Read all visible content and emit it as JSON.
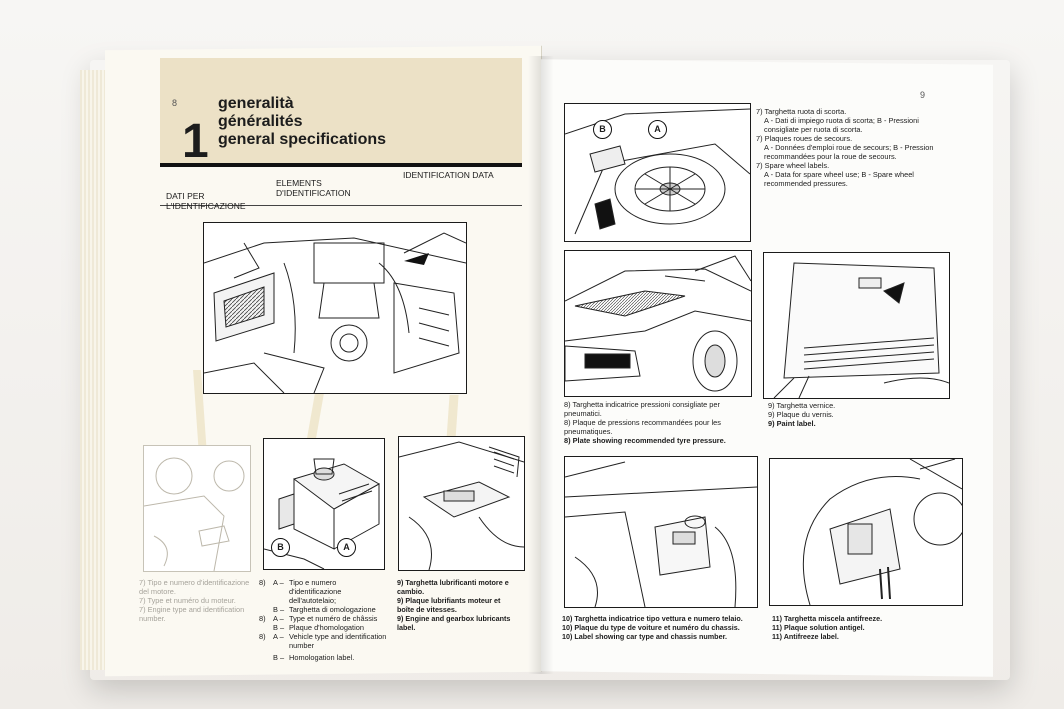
{
  "left_page": {
    "page_number": "8",
    "chapter_number": "1",
    "titles": [
      "generalità",
      "généralités",
      "general specifications"
    ],
    "columns": [
      "DATI PER L'IDENTIFICAZIONE",
      "ELEMENTS D'IDENTIFICATION",
      "IDENTIFICATION DATA"
    ],
    "captions": {
      "c7": [
        "7) Tipo e numero d'identificazione del motore.",
        "7) Type et numéro du moteur.",
        "7) Engine type and identification number."
      ],
      "c8": [
        {
          "k": "8)",
          "l": "A –",
          "t": "Tipo e numero d'identificazione dell'autotelaio;"
        },
        {
          "k": "",
          "l": "B –",
          "t": "Targhetta di omologazione"
        },
        {
          "k": "8)",
          "l": "A –",
          "t": "Type et numéro de châssis"
        },
        {
          "k": "",
          "l": "B –",
          "t": "Plaque d'homologation"
        },
        {
          "k": "8)",
          "l": "A –",
          "t": "Vehicle type and identification number"
        },
        {
          "k": "",
          "l": "B –",
          "t": "Homologation label."
        }
      ],
      "c9": [
        "9) Targhetta lubrificanti motore e cambio.",
        "9) Plaque lubrifiants moteur et boîte de vitesses.",
        "9) Engine and gearbox lubricants label."
      ]
    },
    "badges": {
      "b": "B",
      "a": "A"
    }
  },
  "right_page": {
    "page_number": "9",
    "captions": {
      "c7": [
        "7) Targhetta ruota di scorta.",
        "A - Dati di impiego ruota di scorta; B - Pressioni consigliate per ruota di scorta.",
        "7) Plaques roues de secours.",
        "A - Données d'emploi roue de secours; B - Pression recommandées pour la roue de secours.",
        "7) Spare wheel labels.",
        "A - Data for spare wheel use; B - Spare wheel recommended pressures."
      ],
      "c8": [
        "8) Targhetta indicatrice pressioni consigliate per pneumatici.",
        "8) Plaque de pressions recommandées pour les pneumatiques.",
        "8) Plate showing recommended tyre pressure."
      ],
      "c9": [
        "9) Targhetta vernice.",
        "9) Plaque du vernis.",
        "9) Paint label."
      ],
      "c10": [
        "10) Targhetta indicatrice tipo vettura e numero telaio.",
        "10) Plaque du type de voiture et numéro du chassis.",
        "10) Label showing car type and chassis number."
      ],
      "c11": [
        "11) Targhetta miscela antifreeze.",
        "11) Plaque solution antigel.",
        "11) Antifreeze label."
      ]
    },
    "badges": {
      "b": "B",
      "a": "A"
    }
  }
}
